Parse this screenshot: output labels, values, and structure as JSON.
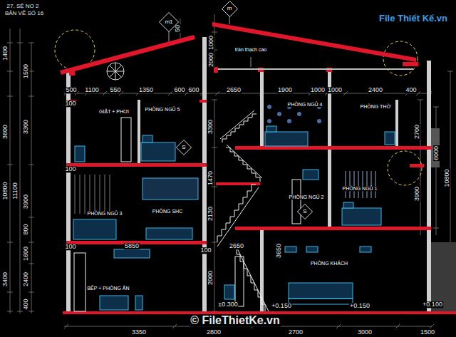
{
  "diagram": {
    "nodes": [
      {
        "text": [
          "m"
        ]
      },
      {
        "text": [
          "m1"
        ]
      },
      {
        "text": [
          "S"
        ]
      },
      {
        "text": [
          "S"
        ]
      }
    ],
    "labels": [
      "27. SỆ NO 2",
      "BẢN VẼ SỐ 16",
      "1400",
      "3600",
      "10800",
      "3400",
      "11100",
      "1500",
      "3300",
      "3900",
      "800",
      "1600",
      "2400",
      "400",
      "1000",
      "2000",
      "50",
      "3300",
      "1470",
      "2130",
      "2000",
      "2700",
      "3900",
      "6000",
      "10800",
      "3650",
      "500",
      "1100",
      "550",
      "1350",
      "600",
      "600",
      "2650",
      "1900",
      "1000",
      "1000",
      "2400",
      "400",
      "5850",
      "2650",
      "100",
      "100",
      "100",
      "100",
      "±0.300",
      "+0.150",
      "+0.150",
      "+0.100",
      "3350",
      "2800",
      "2700",
      "3000",
      "1500",
      "GIẶT + PHƠI",
      "PHÒNG NGỦ 5",
      "PHÒNG NGỦ 4",
      "PHÒNG THỜ",
      "PHÒNG NGỦ 3",
      "PHÒNG SHC",
      "PHÒNG NGỦ 2",
      "PHÒNG NGỦ 1",
      "PHÒNG KHÁCH",
      "BẾP + PHÒNG ĂN",
      "trần thạch cao",
      "File Thiết Kế.vn",
      "© FileThietKe.vn"
    ]
  }
}
